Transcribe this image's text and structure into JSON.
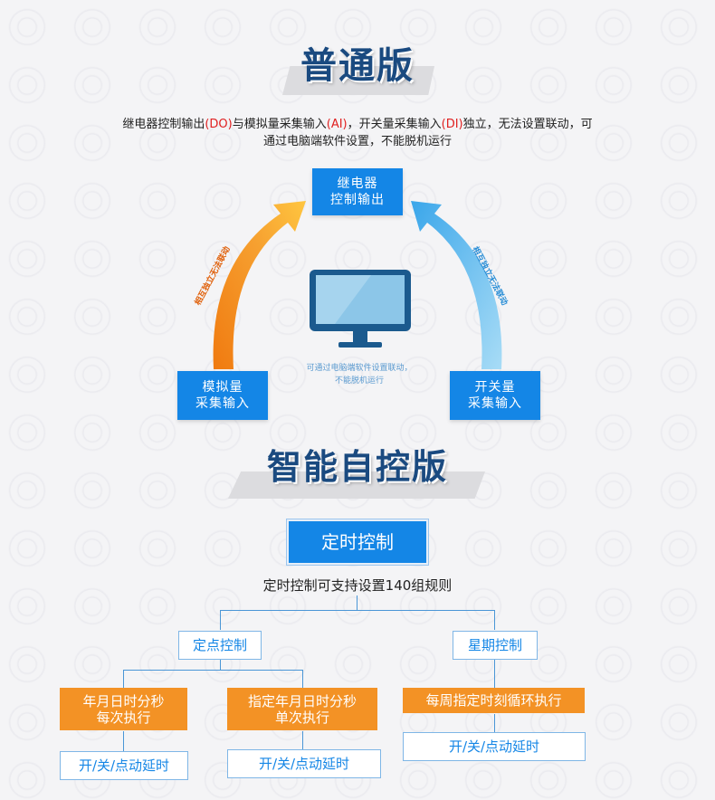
{
  "basic": {
    "title": "普通版",
    "description_parts": [
      "继电器控制输出",
      "(DO)",
      "与模拟量采集输入",
      "(AI)",
      "，开关量采集输入",
      "(DI)",
      "独立，无法设置联动，可"
    ],
    "description_line2": "通过电脑端软件设置，不能脱机运行",
    "relay_box": [
      "继电器",
      "控制输出"
    ],
    "analog_box": [
      "模拟量",
      "采集输入"
    ],
    "switch_box": [
      "开关量",
      "采集输入"
    ],
    "left_arrow_label": "相互独立无法联动",
    "right_arrow_label": "相互独立无法联动",
    "monitor_note": [
      "可通过电脑端软件设置联动，",
      "不能脱机运行"
    ],
    "colors": {
      "orange": "#f39225",
      "blue": "#1486e6",
      "sky": "#5ab6ee"
    }
  },
  "smart": {
    "title": "智能自控版",
    "timer_button": "定时控制",
    "rules_text": "定时控制可支持设置140组规则",
    "fixed_point": "定点控制",
    "weekly": "星期控制",
    "each_time": [
      "年月日时分秒",
      "每次执行"
    ],
    "single_time": [
      "指定年月日时分秒",
      "单次执行"
    ],
    "weekly_loop": "每周指定时刻循环执行",
    "action_1": "开/关/点动延时",
    "action_2": "开/关/点动延时",
    "action_3": "开/关/点动延时"
  }
}
